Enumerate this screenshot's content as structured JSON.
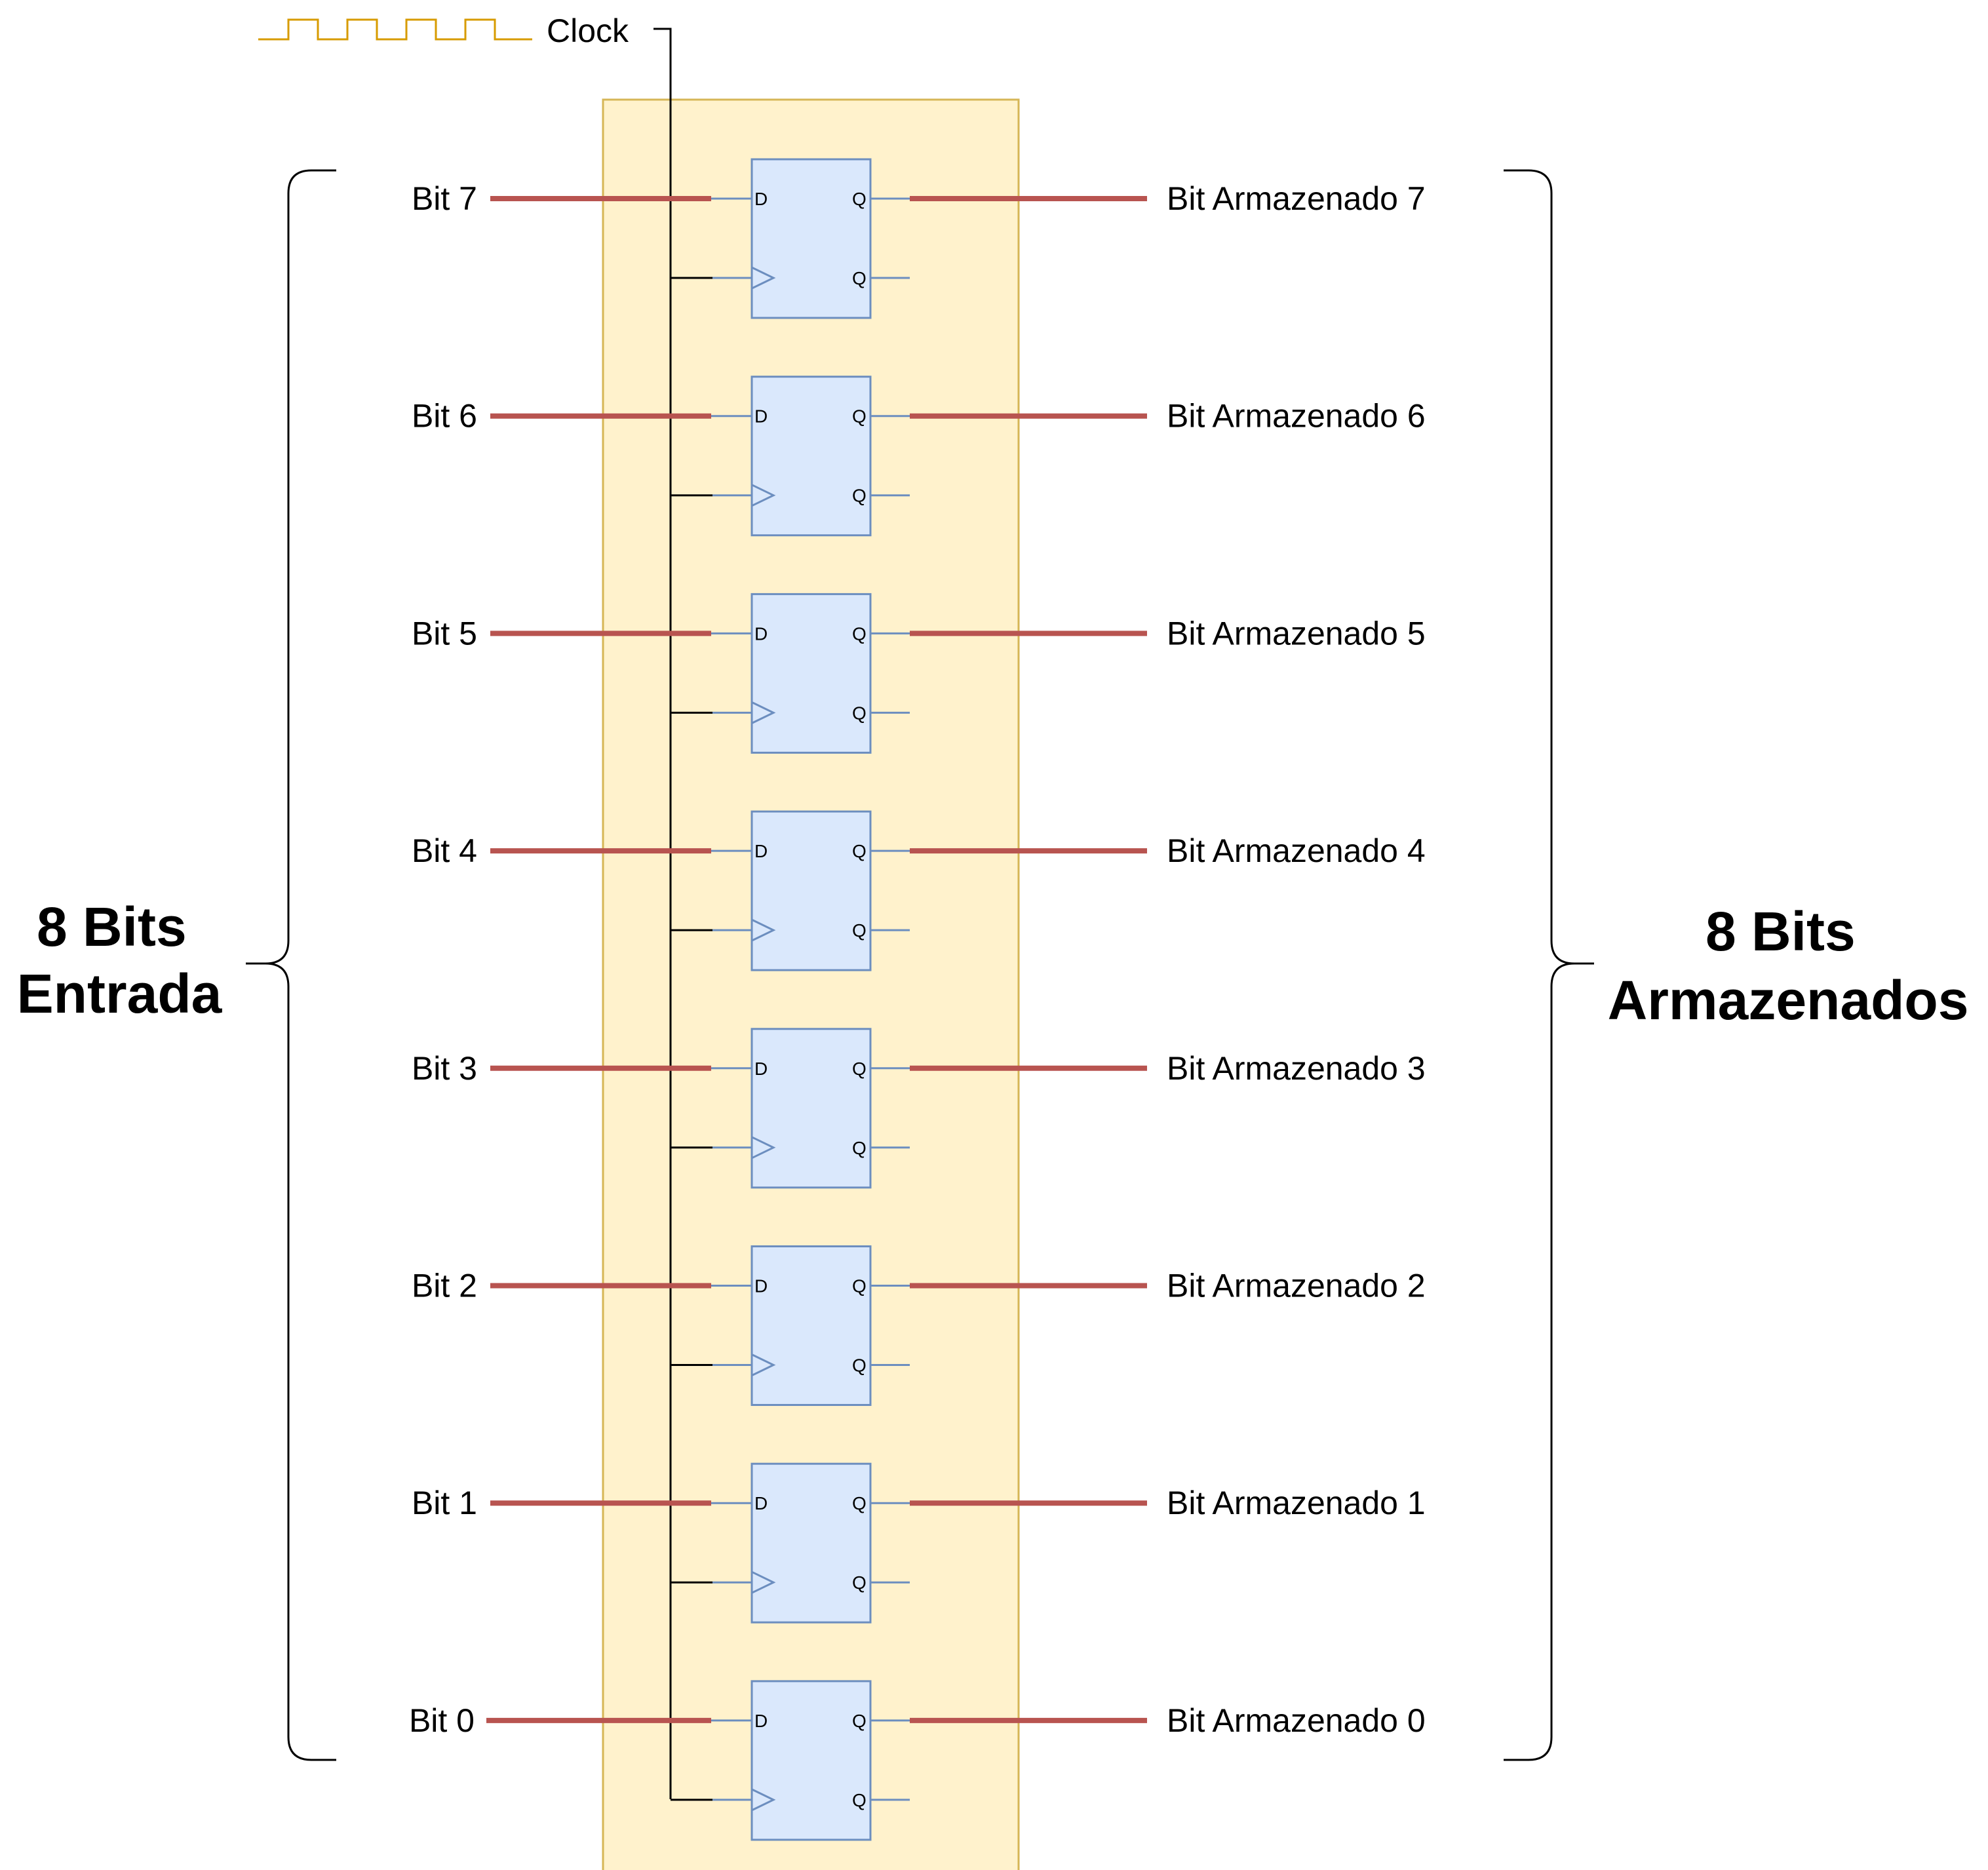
{
  "clock": {
    "label": "Clock"
  },
  "left_group": {
    "line1": "8 Bits",
    "line2": "Entrada"
  },
  "right_group": {
    "line1": "8 Bits",
    "line2": "Armazenados"
  },
  "bits": [
    {
      "input": "Bit 7",
      "output": "Bit Armazenado 7"
    },
    {
      "input": "Bit 6",
      "output": "Bit Armazenado 6"
    },
    {
      "input": "Bit 5",
      "output": "Bit Armazenado 5"
    },
    {
      "input": "Bit 4",
      "output": "Bit Armazenado 4"
    },
    {
      "input": "Bit 3",
      "output": "Bit Armazenado 3"
    },
    {
      "input": "Bit 2",
      "output": "Bit Armazenado 2"
    },
    {
      "input": "Bit 1",
      "output": "Bit Armazenado 1"
    },
    {
      "input": "Bit 0",
      "output": "Bit Armazenado 0"
    }
  ],
  "flip_flop": {
    "d_pin": "D",
    "q_pin": "Q",
    "qbar_pin": "Q"
  },
  "colors": {
    "register_fill": "#fff2cc",
    "register_stroke": "#d6b656",
    "flipflop_fill": "#dae8fc",
    "flipflop_stroke": "#6c8ebf",
    "bus_line": "#b85450",
    "clock_wave": "#d79b00",
    "wire": "#000000"
  }
}
